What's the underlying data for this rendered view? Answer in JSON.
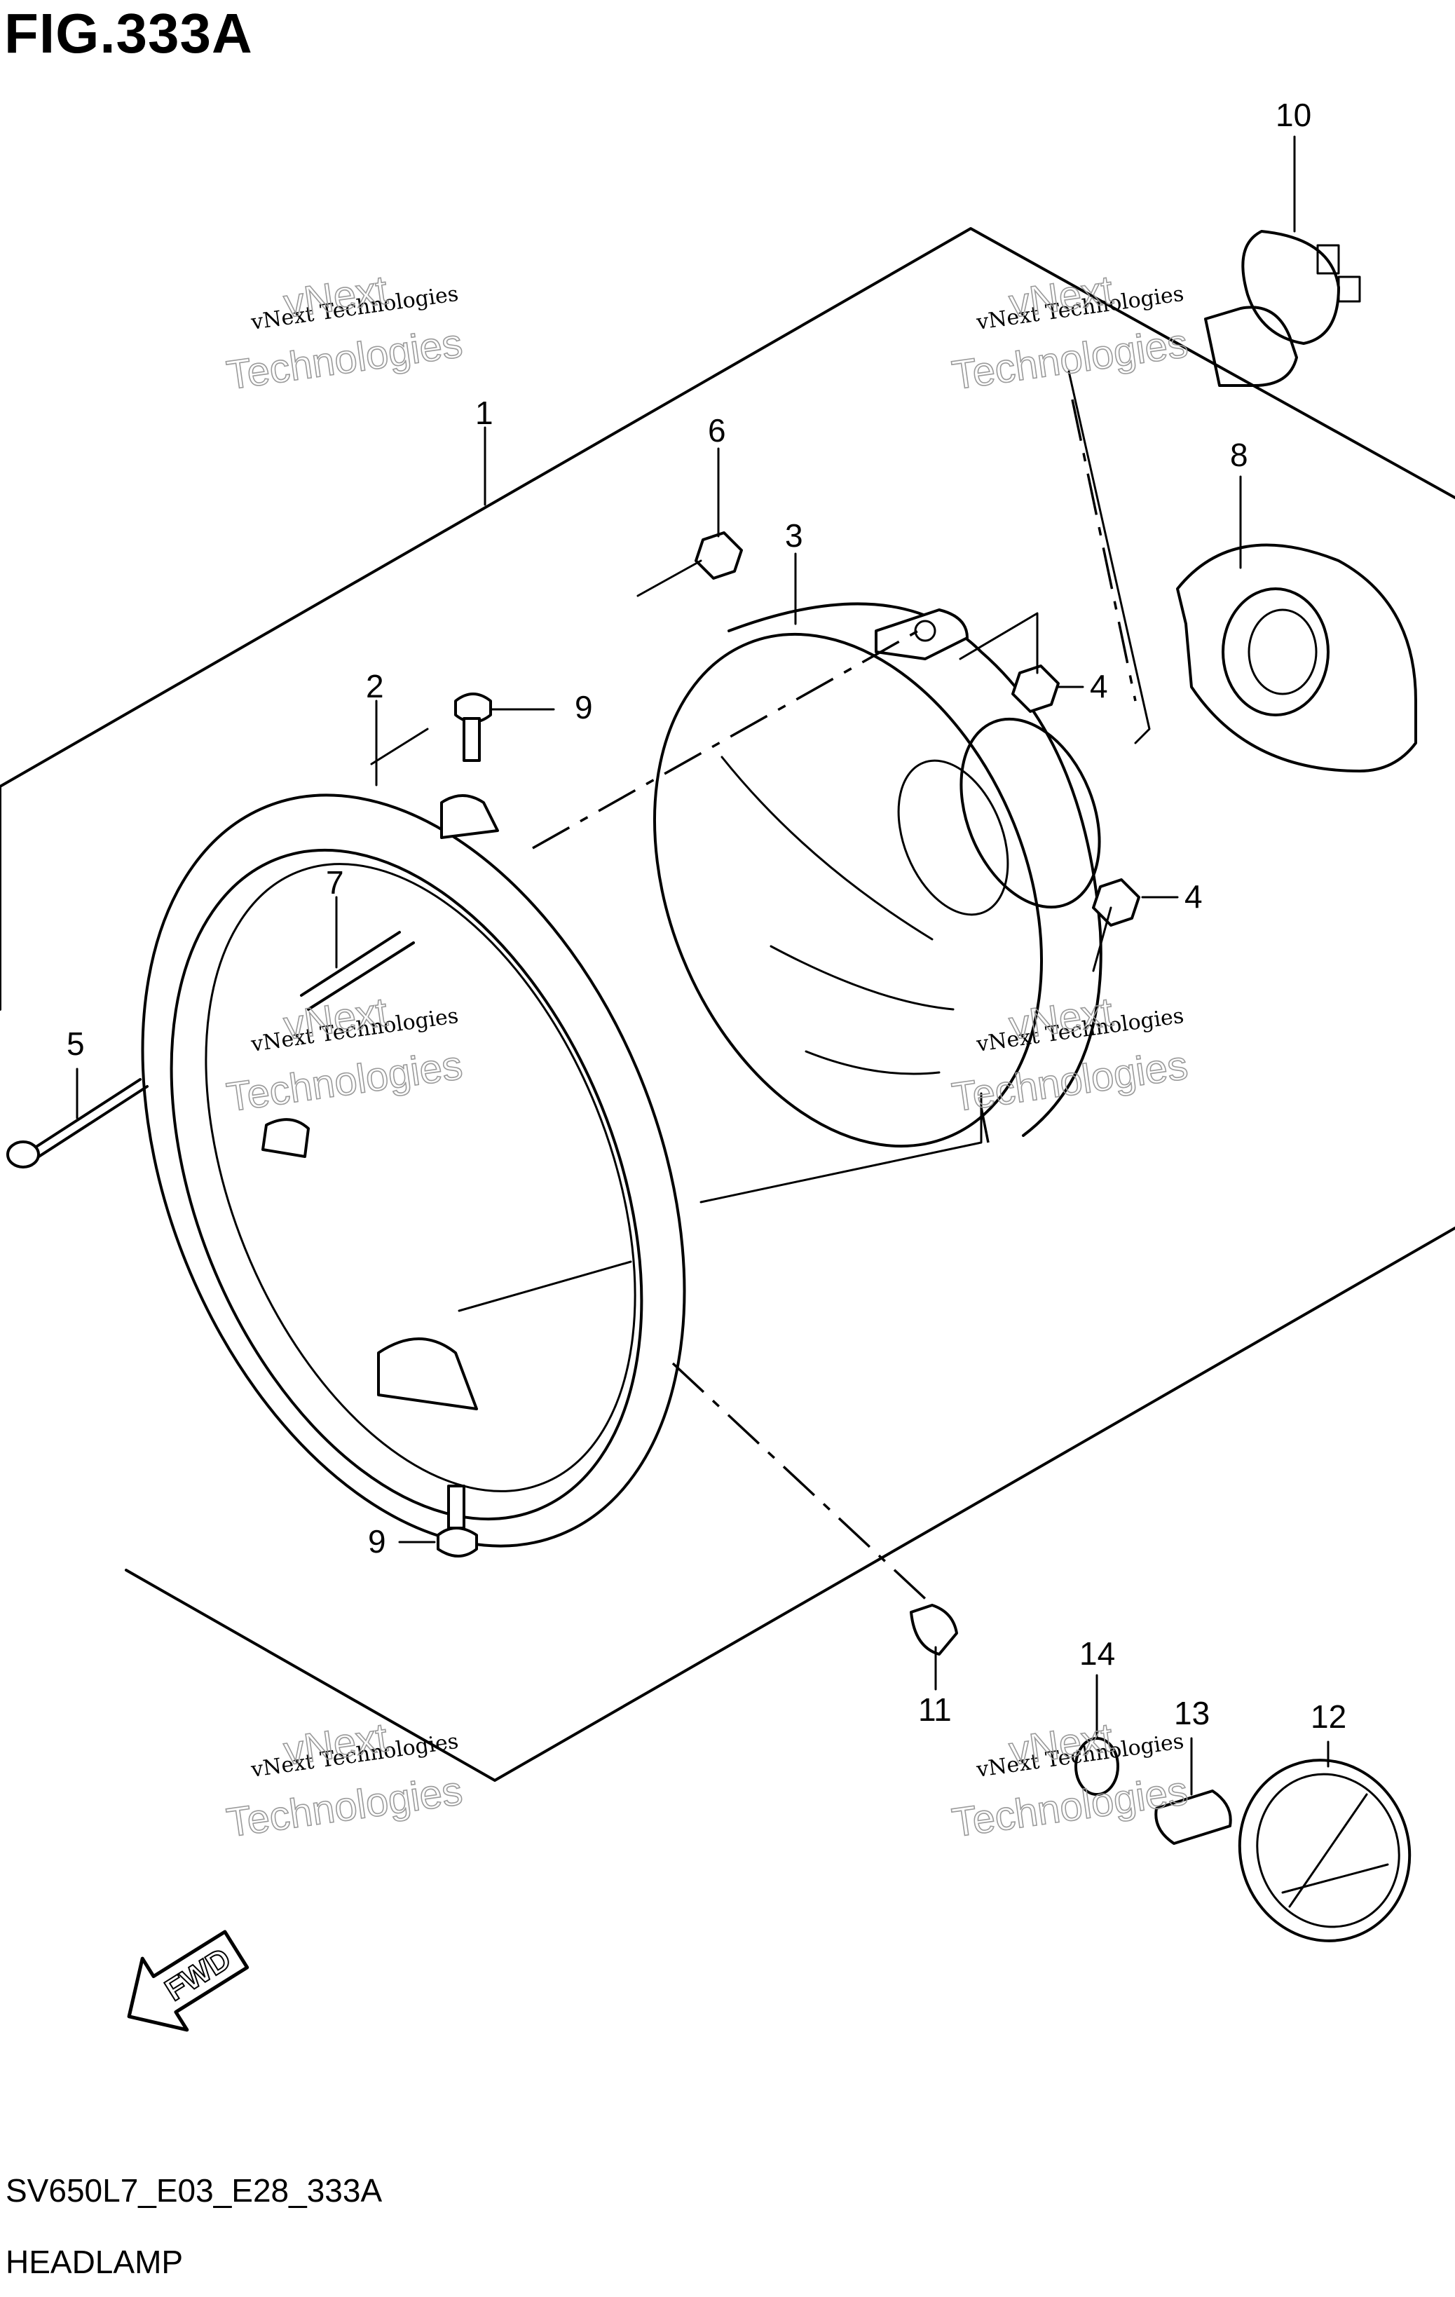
{
  "figure": {
    "title": "FIG.333A",
    "model_code": "SV650L7_E03_E28_333A",
    "section_name": "HEADLAMP"
  },
  "direction_marker": {
    "label": "FWD",
    "icon": "fwd-arrow-icon"
  },
  "watermark": {
    "line1": "vNext Technologies",
    "line2": "vNext",
    "line3": "Technologies"
  },
  "callouts": [
    "1",
    "2",
    "3",
    "4",
    "4",
    "5",
    "6",
    "7",
    "8",
    "9",
    "9",
    "10",
    "11",
    "12",
    "13",
    "14"
  ]
}
